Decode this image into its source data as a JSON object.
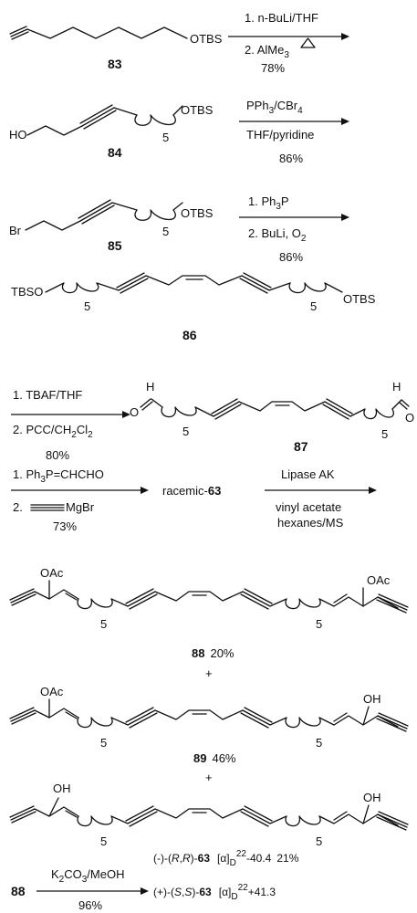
{
  "step1": {
    "compound": "83",
    "group": "OTBS",
    "reagent1": "1. n-BuLi/THF",
    "reagent2": "2. AlMe",
    "reagent2_sub": "3",
    "yield": "78%"
  },
  "step2": {
    "compound": "84",
    "head": "HO",
    "group": "OTBS",
    "n": "5",
    "reagent1a": "PPh",
    "reagent1a_sub": "3",
    "reagent1b": "/CBr",
    "reagent1b_sub": "4",
    "reagent2": "THF/pyridine",
    "yield": "86%"
  },
  "step3": {
    "compound": "85",
    "head": "Br",
    "group": "OTBS",
    "n": "5",
    "reagent1": "1. Ph",
    "reagent1_sub": "3",
    "reagent1_tail": "P",
    "reagent2": "2. BuLi, O",
    "reagent2_sub": "2",
    "yield": "86%"
  },
  "step4": {
    "compound": "86",
    "left": "TBSO",
    "right": "OTBS",
    "n": "5"
  },
  "step5": {
    "compound": "87",
    "reagent1": "1. TBAF/THF",
    "reagent2": "2. PCC/CH",
    "reagent2_sub1": "2",
    "reagent2_mid": "Cl",
    "reagent2_sub2": "2",
    "yield": "80%",
    "h": "H",
    "o": "O",
    "n": "5"
  },
  "step6": {
    "reagent1a": "1. Ph",
    "reagent1a_sub": "3",
    "reagent1a_tail": "P=CHCHO",
    "reagent2a": "2.",
    "reagent2a_grignard": "MgBr",
    "yield": "73%",
    "product_prefix": "racemic-",
    "product_num": "63",
    "reagent_b1": "Lipase AK",
    "reagent_b2": "vinyl acetate",
    "reagent_b3": "hexanes/MS"
  },
  "prod88": {
    "compound": "88",
    "yield": "20%",
    "oac": "OAc",
    "n": "5"
  },
  "plus": "+",
  "prod89": {
    "compound": "89",
    "yield": "46%",
    "oac": "OAc",
    "oh": "OH",
    "n": "5"
  },
  "prodRR": {
    "prefix": "(-)-(",
    "r1": "R",
    "comma": ",",
    "r2": "R",
    "suffix": ")-",
    "num": "63",
    "alpha": "[α]",
    "alpha_sub": "D",
    "alpha_sup": "22",
    "value": "-40.4",
    "yield": "21%",
    "oh": "OH",
    "n": "5"
  },
  "final": {
    "start": "88",
    "reagent_a": "K",
    "reagent_sub": "2",
    "reagent_b": "CO",
    "reagent_sub2": "3",
    "reagent_c": "/MeOH",
    "yield": "96%",
    "prefix": "(+)-(",
    "s1": "S",
    "comma": ",",
    "s2": "S",
    "suffix": ")-",
    "num": "63",
    "alpha": "[α]",
    "alpha_sub": "D",
    "alpha_sup": "22",
    "value": "+41.3"
  }
}
